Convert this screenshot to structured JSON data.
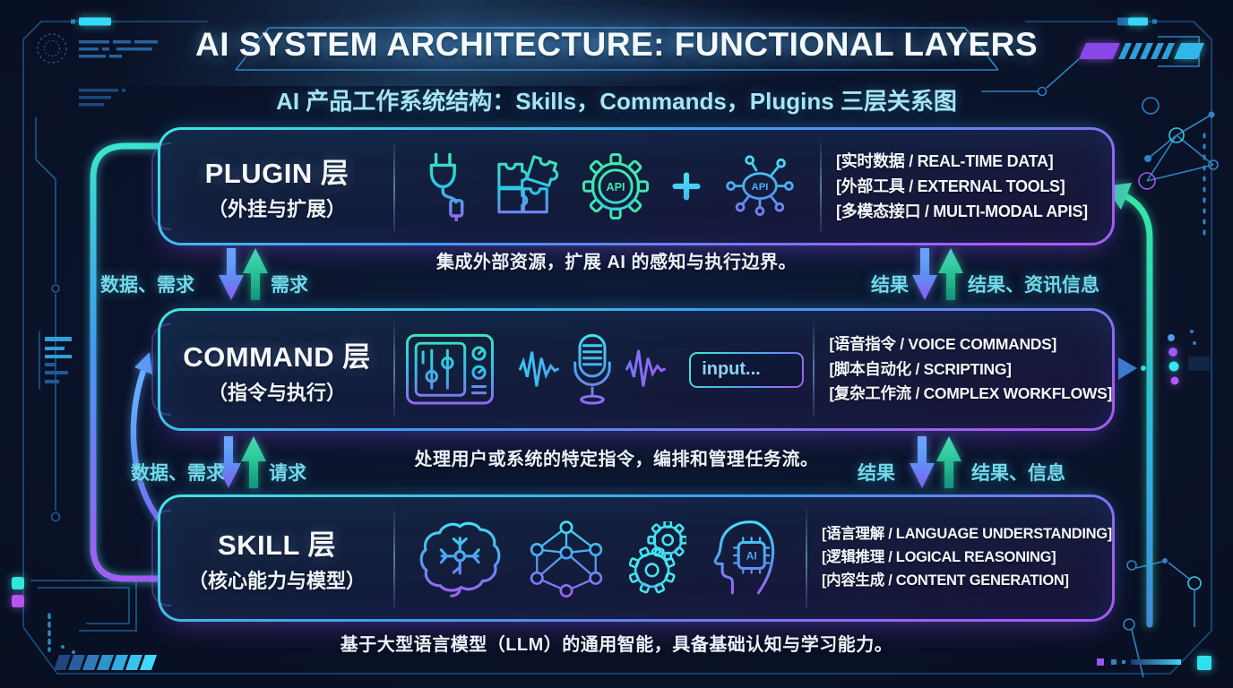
{
  "header": {
    "title": "AI SYSTEM ARCHITECTURE: FUNCTIONAL LAYERS",
    "subtitle": "AI 产品工作系统结构：Skills，Commands，Plugins 三层关系图"
  },
  "layers": [
    {
      "id": "plugin",
      "name": "PLUGIN 层",
      "subtitle": "（外挂与扩展）",
      "icons": [
        "plug-icon",
        "puzzle-icon",
        "api-gear-icon",
        "plus-icon",
        "api-network-icon"
      ],
      "features": [
        "[实时数据 / REAL-TIME DATA]",
        "[外部工具 / EXTERNAL TOOLS]",
        "[多模态接口 / MULTI-MODAL APIS]"
      ],
      "caption": "集成外部资源，扩展 AI 的感知与执行边界。"
    },
    {
      "id": "command",
      "name": "COMMAND 层",
      "subtitle": "（指令与执行）",
      "icons": [
        "control-panel-icon",
        "voice-waveform-mic-icon",
        "input-field-illustration"
      ],
      "input_text": "input...",
      "features": [
        "[语音指令 / VOICE COMMANDS]",
        "[脚本自动化 / SCRIPTING]",
        "[复杂工作流 / COMPLEX WORKFLOWS]"
      ],
      "caption": "处理用户或系统的特定指令，编排和管理任务流。"
    },
    {
      "id": "skill",
      "name": "SKILL 层",
      "subtitle": "（核心能力与模型）",
      "icons": [
        "brain-icon",
        "neural-network-icon",
        "gears-icon",
        "ai-head-icon"
      ],
      "features": [
        "[语言理解 / LANGUAGE UNDERSTANDING]",
        "[逻辑推理 / LOGICAL REASONING]",
        "[内容生成 / CONTENT GENERATION]"
      ],
      "caption": "基于大型语言模型（LLM）的通用智能，具备基础认知与学习能力。"
    }
  ],
  "flows": [
    {
      "between": "plugin-command",
      "side": "left",
      "down_label": "数据、需求",
      "up_label": "需求"
    },
    {
      "between": "plugin-command",
      "side": "right",
      "down_label": "结果",
      "up_label": "结果、资讯信息"
    },
    {
      "between": "command-skill",
      "side": "left",
      "down_label": "数据、需求",
      "up_label": "请求"
    },
    {
      "between": "command-skill",
      "side": "right",
      "down_label": "结果",
      "up_label": "结果、信息"
    }
  ],
  "icon_labels": {
    "api": "API",
    "ai": "AI"
  },
  "colors": {
    "accent_cyan": "#3fe8f0",
    "accent_green": "#35e3a1",
    "accent_blue": "#4f9df0",
    "accent_purple": "#a55bf2",
    "flow_label": "#72d8ec",
    "background": "#0a1228"
  }
}
